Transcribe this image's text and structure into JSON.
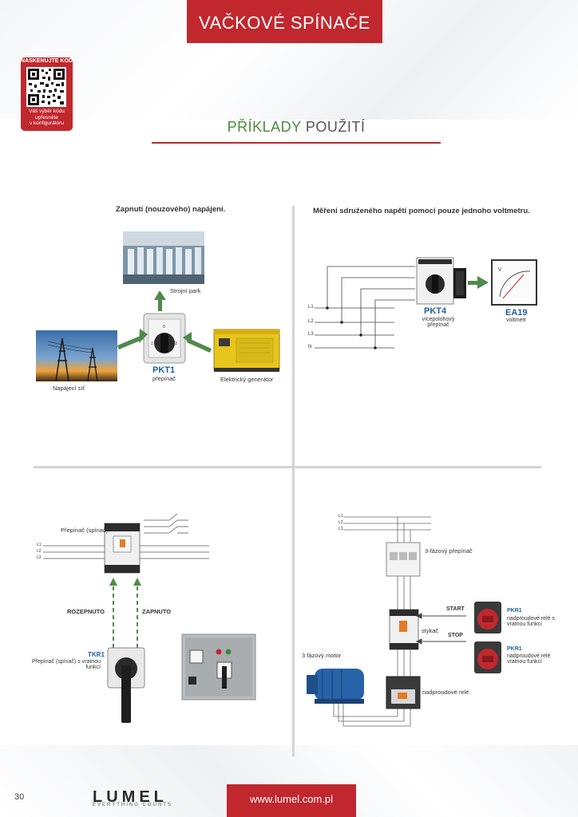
{
  "header": {
    "title": "VAČKOVÉ SPÍNAČE"
  },
  "qr": {
    "title": "NASKENUJTE KÓD",
    "subtitle_lines": [
      "Váš výběr kódu",
      "upřesněte",
      "v konfigurátoru"
    ]
  },
  "section": {
    "title_green": "PŘÍKLADY",
    "title_gray": "POUŽITÍ"
  },
  "panel1": {
    "caption": "Zapnutí (nouzového) napájení.",
    "machine_label": "Strojní park",
    "grid_label": "Napájecí síť",
    "switch_model": "PKT1",
    "switch_desc": "přepínač",
    "generator_label": "Elektrický generátor"
  },
  "panel2": {
    "caption": "Měření sdruženého napětí pomocí pouze jednoho voltmetru.",
    "lines": [
      "L1",
      "L2",
      "L3",
      "N"
    ],
    "switch_model": "PKT4",
    "switch_desc_lines": [
      "vícepolohový",
      "přepínač"
    ],
    "meter_model": "EA19",
    "meter_desc": "voltmetr"
  },
  "panel3": {
    "contactor_label": "Přepínač (spínač)",
    "lines": [
      "L1",
      "L2",
      "L3"
    ],
    "off_label": "ROZEPNUTO",
    "on_label": "ZAPNUTO",
    "switch_model": "TKR1",
    "switch_desc_lines": [
      "Přepínač (spínač) s vratnou",
      "funkcí"
    ]
  },
  "panel4": {
    "lines": [
      "L1",
      "L2",
      "L3"
    ],
    "breaker_label": "3-fázový přepínač",
    "start_label": "START",
    "stop_label": "STOP",
    "relay_model_1": "PKR1",
    "relay_desc_1_lines": [
      "nadproudové relé s",
      "vratnou funkcí"
    ],
    "relay_model_2": "PKR1",
    "relay_desc_2_lines": [
      "nadproudové relé",
      "vratnou funkcí"
    ],
    "contactor_label": "stykač",
    "motor_label": "3 fázový motor",
    "overload_label": "nadproudové relé"
  },
  "footer": {
    "page_number": "30",
    "logo": "LUMEL",
    "logo_tagline": "EVERYTHING COUNTS",
    "url": "www.lumel.com.pl"
  }
}
